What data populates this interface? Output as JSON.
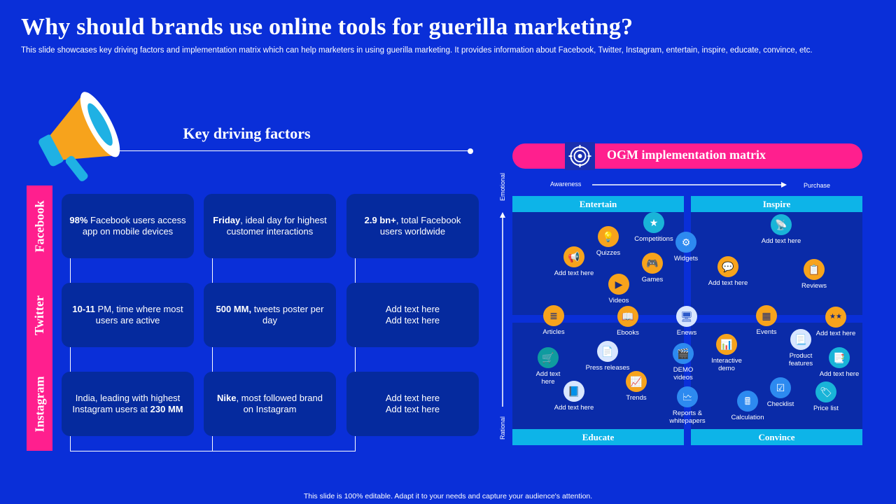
{
  "page": {
    "title": "Why should brands use online tools for guerilla marketing?",
    "subtitle": "This slide showcases key driving factors and implementation matrix which can help marketers in using guerilla marketing. It provides information about Facebook, Twitter, Instagram, entertain, inspire, educate, convince, etc.",
    "footer": "This slide is 100% editable. Adapt it to your needs and capture your audience's attention."
  },
  "colors": {
    "background": "#0a2fd8",
    "accent_pink": "#ff1f8e",
    "card_blue": "#052a9e",
    "matrix_cyan": "#0db4e8",
    "icon_orange": "#f7a31c"
  },
  "key_factors": {
    "title": "Key driving factors",
    "megaphone_icon": "megaphone-icon",
    "rows": [
      {
        "platform": "Facebook",
        "cards": [
          {
            "bold": "98%",
            "text": " Facebook users access app on mobile devices"
          },
          {
            "bold": "Friday",
            "text": ", ideal day for highest customer interactions"
          },
          {
            "bold": "2.9 bn+",
            "text": ", total Facebook users worldwide"
          }
        ]
      },
      {
        "platform": "Twitter",
        "cards": [
          {
            "bold": "10-11",
            "text": " PM, time where most users are active"
          },
          {
            "bold": "500 MM,",
            "text": " tweets poster per day"
          },
          {
            "bold": "",
            "text": "Add text here Add text here"
          }
        ]
      },
      {
        "platform": "Instagram",
        "cards": [
          {
            "bold": "",
            "text": "India, leading with highest Instagram users at ",
            "bold_end": "230 MM"
          },
          {
            "bold": "Nike",
            "text": ", most followed brand on Instagram"
          },
          {
            "bold": "",
            "text": "Add text here Add text here"
          }
        ]
      }
    ]
  },
  "matrix": {
    "title": "OGM implementation matrix",
    "header_icon": "target-icon",
    "x_axis": {
      "start": "Awareness",
      "end": "Purchase"
    },
    "y_axis": {
      "top": "Emotional",
      "bottom": "Rational"
    },
    "quadrants": [
      "Entertain",
      "Inspire",
      "Educate",
      "Convince"
    ],
    "items": [
      {
        "label": "Quizzes",
        "icon": "lightbulb-icon",
        "glyph": "💡",
        "style": "orange"
      },
      {
        "label": "Competitions",
        "icon": "star-icon",
        "glyph": "★",
        "style": "cyan"
      },
      {
        "label": "Widgets",
        "icon": "gear-icon",
        "glyph": "⚙",
        "style": "blue"
      },
      {
        "label": "Add text here",
        "icon": "megaphone-small-icon",
        "glyph": "📢",
        "style": "orange"
      },
      {
        "label": "Games",
        "icon": "gamepad-icon",
        "glyph": "🎮",
        "style": "orange"
      },
      {
        "label": "Videos",
        "icon": "video-icon",
        "glyph": "▶",
        "style": "orange"
      },
      {
        "label": "Add text here",
        "icon": "satellite-icon",
        "glyph": "📡",
        "style": "cyan"
      },
      {
        "label": "Add text here",
        "icon": "chat-icon",
        "glyph": "💬",
        "style": "orange"
      },
      {
        "label": "Reviews",
        "icon": "clipboard-icon",
        "glyph": "📋",
        "style": "orange"
      },
      {
        "label": "Articles",
        "icon": "article-icon",
        "glyph": "≣",
        "style": "orange"
      },
      {
        "label": "Ebooks",
        "icon": "ebook-icon",
        "glyph": "📖",
        "style": "orange"
      },
      {
        "label": "Enews",
        "icon": "monitor-icon",
        "glyph": "🖥",
        "style": "white"
      },
      {
        "label": "Events",
        "icon": "calendar-icon",
        "glyph": "▦",
        "style": "orange"
      },
      {
        "label": "Add text here",
        "icon": "rating-stars-icon",
        "glyph": "★★",
        "style": "orange"
      },
      {
        "label": "Add text\nhere",
        "icon": "cart-icon",
        "glyph": "🛒",
        "style": "teal"
      },
      {
        "label": "Press releases",
        "icon": "document-icon",
        "glyph": "📄",
        "style": "white"
      },
      {
        "label": "DEMO\nvideos",
        "icon": "demo-video-icon",
        "glyph": "🎬",
        "style": "blue"
      },
      {
        "label": "Interactive\ndemo",
        "icon": "presentation-icon",
        "glyph": "📊",
        "style": "orange"
      },
      {
        "label": "Product\nfeatures",
        "icon": "product-doc-icon",
        "glyph": "📃",
        "style": "white"
      },
      {
        "label": "Add text here",
        "icon": "checklist-doc-icon",
        "glyph": "📑",
        "style": "cyan"
      },
      {
        "label": "Add text here",
        "icon": "book-icon",
        "glyph": "📘",
        "style": "white"
      },
      {
        "label": "Trends",
        "icon": "trend-chart-icon",
        "glyph": "📈",
        "style": "orange"
      },
      {
        "label": "Reports &\nwhitepapers",
        "icon": "report-icon",
        "glyph": "🗠",
        "style": "blue"
      },
      {
        "label": "Calculation",
        "icon": "calculator-icon",
        "glyph": "🖩",
        "style": "blue"
      },
      {
        "label": "Checklist",
        "icon": "checklist-icon",
        "glyph": "☑",
        "style": "blue"
      },
      {
        "label": "Price list",
        "icon": "price-tag-icon",
        "glyph": "🏷",
        "style": "cyan"
      }
    ]
  }
}
